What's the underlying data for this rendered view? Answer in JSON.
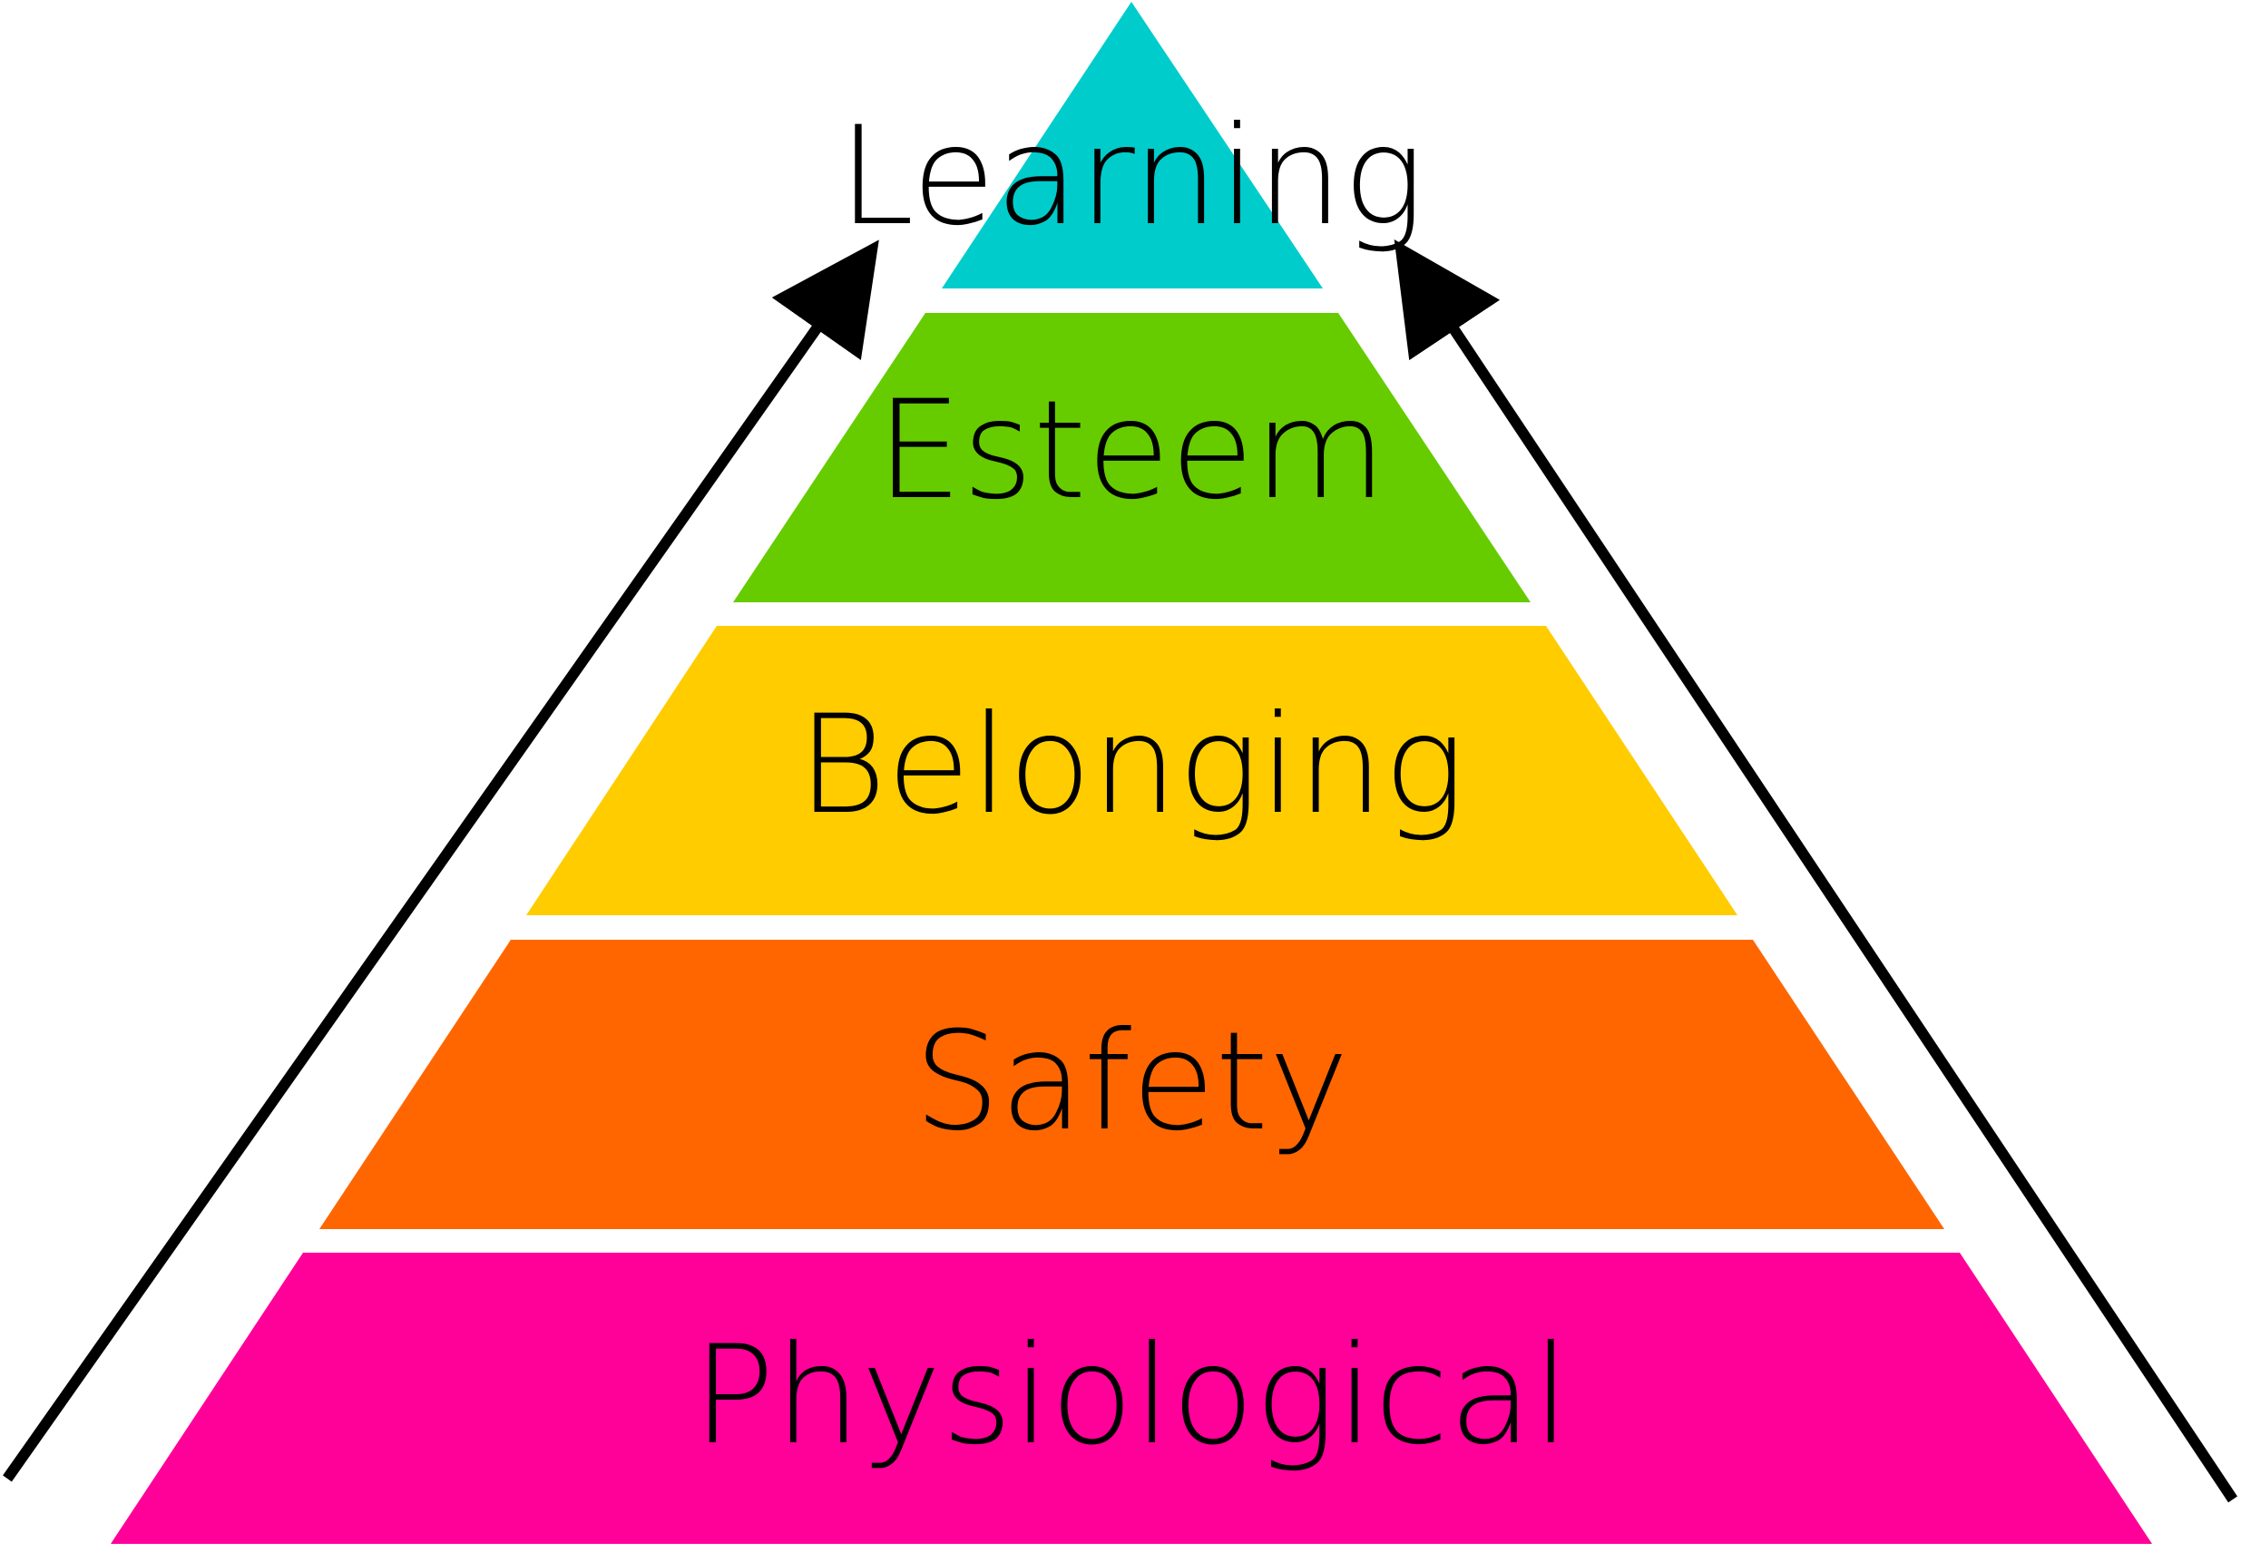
{
  "diagram": {
    "type": "hierarchy-pyramid",
    "levels": [
      {
        "label": "Learning",
        "color": "#00CCCC"
      },
      {
        "label": "Esteem",
        "color": "#66CC00"
      },
      {
        "label": "Belonging",
        "color": "#FFCC00"
      },
      {
        "label": "Safety",
        "color": "#FF6600"
      },
      {
        "label": "Physiological",
        "color": "#FF0099"
      }
    ],
    "arrows": {
      "direction": "upward",
      "color": "#000000"
    }
  }
}
